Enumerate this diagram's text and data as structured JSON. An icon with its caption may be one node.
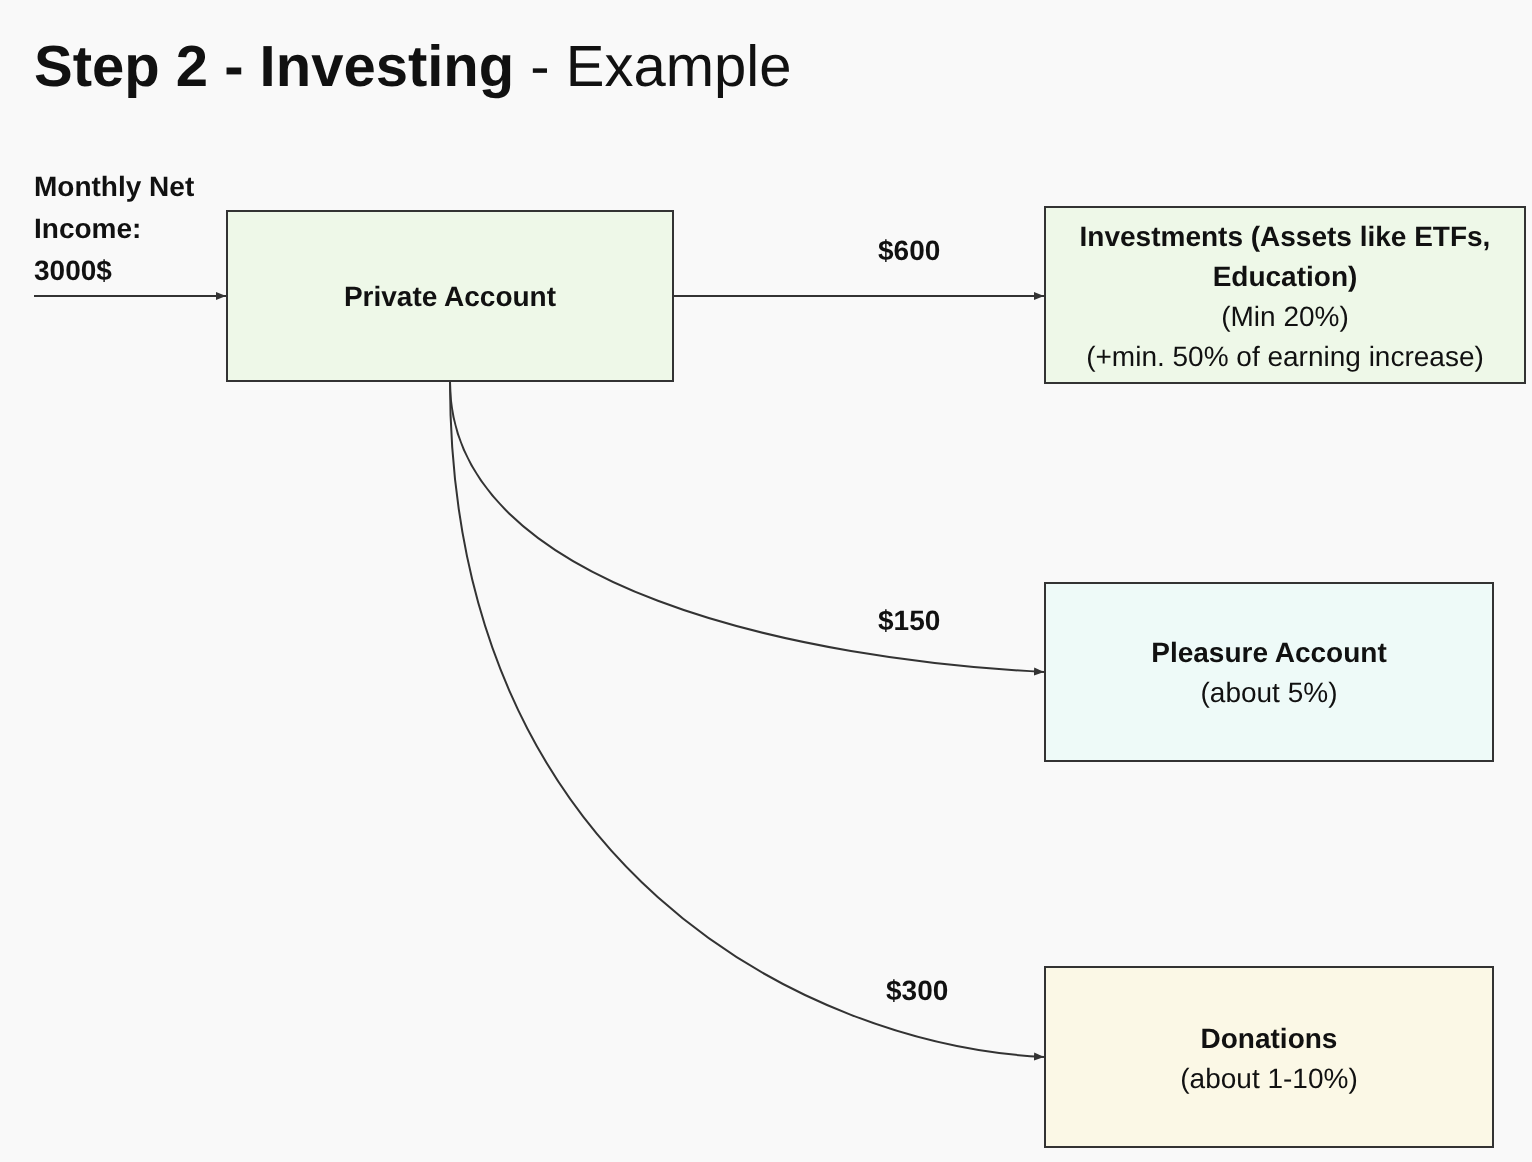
{
  "diagram": {
    "title": "**Step 2 - Investing** - Example",
    "nodes": [
      {
        "text": [
          "Private Account"
        ]
      },
      {
        "text": [
          "Investments (Assets like ETFs, Education)",
          "(Min 20%)",
          "(+min. 50% of earning increase)"
        ]
      },
      {
        "text": [
          "Pleasure Account",
          "(about 5%)"
        ]
      },
      {
        "text": [
          "Donations",
          "(about 1-10%)"
        ]
      }
    ],
    "edges": [
      {
        "from": null,
        "to": 0,
        "arrow": "to",
        "label": "Monthly Net Income: 3000$"
      },
      {
        "from": 0,
        "to": 1,
        "arrow": "to",
        "label": "$600"
      },
      {
        "from": 0,
        "to": 2,
        "arrow": "to",
        "label": "$150"
      },
      {
        "from": 0,
        "to": 3,
        "arrow": "to",
        "label": "$300"
      }
    ]
  }
}
